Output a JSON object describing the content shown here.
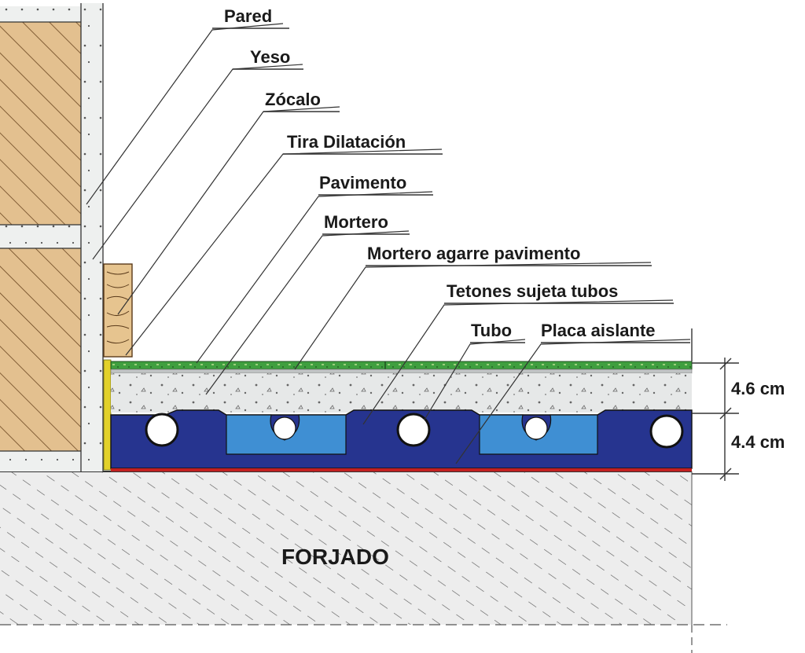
{
  "labels": {
    "pared": "Pared",
    "yeso": "Yeso",
    "zocalo": "Zócalo",
    "tira_dilatacion": "Tira Dilatación",
    "pavimento": "Pavimento",
    "mortero": "Mortero",
    "mortero_agarre": "Mortero agarre pavimento",
    "tetones": "Tetones sujeta tubos",
    "tubo": "Tubo",
    "placa_aislante": "Placa aislante",
    "forjado": "FORJADO"
  },
  "dimensions": {
    "upper": "4.6 cm",
    "lower": "4.4 cm"
  },
  "colors": {
    "wood": "#e3c08f",
    "wood_hatch": "#5a3a1a",
    "plaster": "#e8ecec",
    "pavimento": "#3f9f3f",
    "mortero": "#e4e6e6",
    "placa_dark": "#26348f",
    "placa_light": "#3f8fd3",
    "red_line": "#c22020",
    "expansion_strip": "#e2d12a",
    "forjado": "#ececec",
    "forjado_hatch": "#555555"
  }
}
